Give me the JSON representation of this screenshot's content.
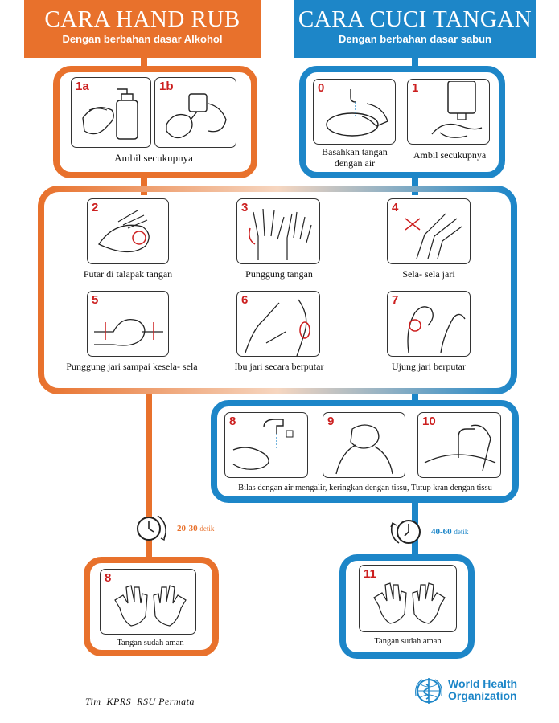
{
  "colors": {
    "orange": "#e8712c",
    "blue": "#1d86c8",
    "red": "#cc1f1f"
  },
  "left_header": {
    "title": "CARA HAND RUB",
    "subtitle": "Dengan berbahan dasar Alkohol"
  },
  "right_header": {
    "title": "CARA CUCI TANGAN",
    "subtitle": "Dengan berbahan dasar sabun"
  },
  "top_left": {
    "steps": [
      {
        "num": "1a"
      },
      {
        "num": "1b"
      }
    ],
    "caption": "Ambil secukupnya"
  },
  "top_right": {
    "steps": [
      {
        "num": "0",
        "caption": "Basahkan tangan dengan air"
      },
      {
        "num": "1",
        "caption": "Ambil secukupnya"
      }
    ]
  },
  "middle_steps": [
    {
      "num": "2",
      "caption": "Putar di talapak tangan"
    },
    {
      "num": "3",
      "caption": "Punggung tangan"
    },
    {
      "num": "4",
      "caption": "Sela- sela jari"
    },
    {
      "num": "5",
      "caption": "Punggung jari sampai kesela- sela"
    },
    {
      "num": "6",
      "caption": "Ibu jari secara berputar"
    },
    {
      "num": "7",
      "caption": "Ujung jari berputar"
    }
  ],
  "rinse_steps": [
    {
      "num": "8"
    },
    {
      "num": "9"
    },
    {
      "num": "10"
    }
  ],
  "rinse_caption": "Bilas dengan air mengalir, keringkan dengan tissu, Tutup kran dengan tissu",
  "timers": {
    "left": {
      "value": "20-30",
      "unit": "detik"
    },
    "right": {
      "value": "40-60",
      "unit": "detik"
    }
  },
  "final_left": {
    "num": "8",
    "caption": "Tangan sudah aman"
  },
  "final_right": {
    "num": "11",
    "caption": "Tangan sudah aman"
  },
  "footer": {
    "credit": "Tim  KPRS  RSU Permata",
    "who": "World Health Organization",
    "who_line1": "World Health",
    "who_line2": "Organization"
  }
}
